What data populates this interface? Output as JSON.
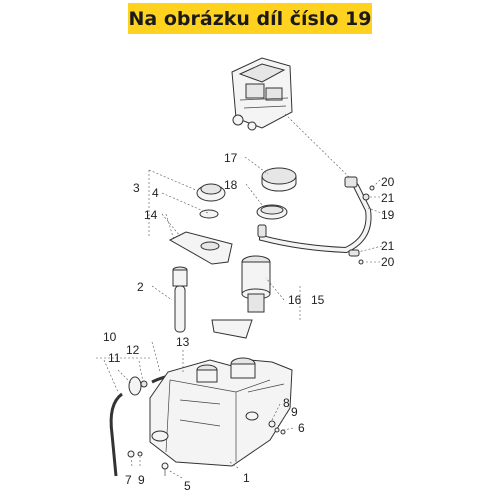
{
  "banner": {
    "text": "Na obrázku díl číslo 19",
    "color": "#ffd21f"
  },
  "callouts": {
    "c1": "1",
    "c2": "2",
    "c3": "3",
    "c4": "4",
    "c5": "5",
    "c6": "6",
    "c7": "7",
    "c8": "8",
    "c9a": "9",
    "c9b": "9",
    "c10": "10",
    "c11": "11",
    "c12": "12",
    "c13": "13",
    "c14": "14",
    "c15": "15",
    "c16": "16",
    "c17": "17",
    "c18": "18",
    "c19": "19",
    "c20a": "20",
    "c20b": "20",
    "c21a": "21",
    "c21b": "21"
  }
}
